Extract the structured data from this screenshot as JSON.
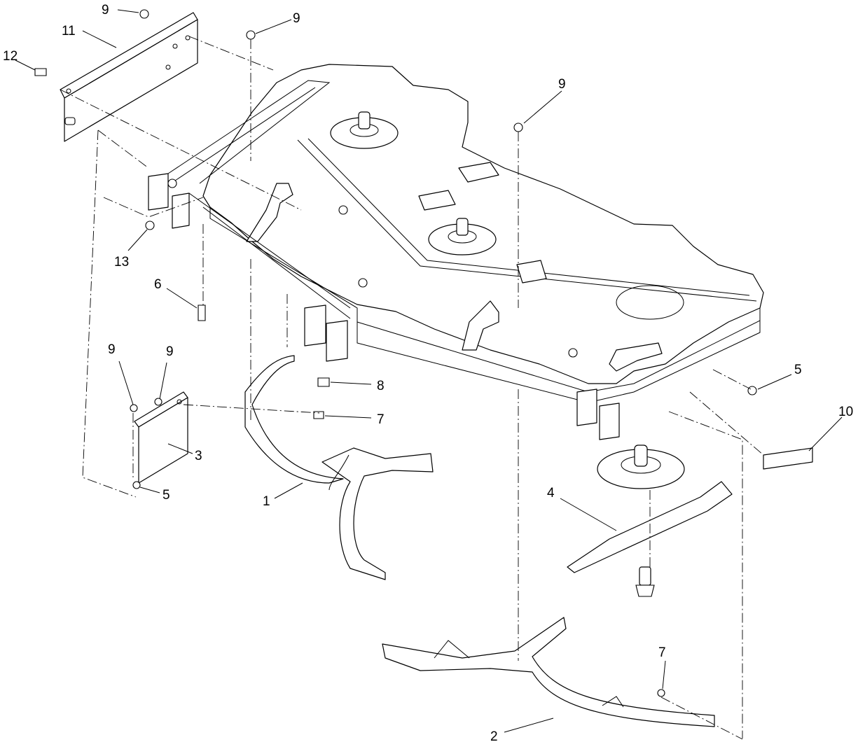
{
  "diagram": {
    "type": "exploded-parts-view",
    "callouts": [
      {
        "id": "c9a",
        "label": "9"
      },
      {
        "id": "c11",
        "label": "11"
      },
      {
        "id": "c12",
        "label": "12"
      },
      {
        "id": "c9b",
        "label": "9"
      },
      {
        "id": "c9c",
        "label": "9"
      },
      {
        "id": "c13",
        "label": "13"
      },
      {
        "id": "c6",
        "label": "6"
      },
      {
        "id": "c9d",
        "label": "9"
      },
      {
        "id": "c9e",
        "label": "9"
      },
      {
        "id": "c3",
        "label": "3"
      },
      {
        "id": "c5a",
        "label": "5"
      },
      {
        "id": "c8",
        "label": "8"
      },
      {
        "id": "c7a",
        "label": "7"
      },
      {
        "id": "c1",
        "label": "1"
      },
      {
        "id": "c5b",
        "label": "5"
      },
      {
        "id": "c10",
        "label": "10"
      },
      {
        "id": "c4",
        "label": "4"
      },
      {
        "id": "c7b",
        "label": "7"
      },
      {
        "id": "c2",
        "label": "2"
      }
    ]
  }
}
